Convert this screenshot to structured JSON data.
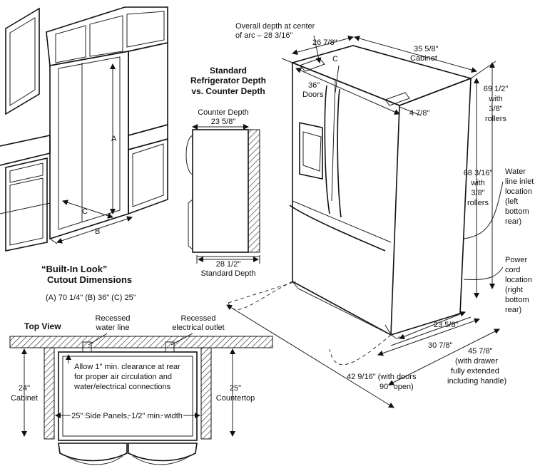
{
  "builtin": {
    "title_line1": "“Built-In Look”",
    "title_line2": "Cutout Dimensions",
    "dims": "(A) 70 1/4\"   (B) 36\"   (C) 25\"",
    "label_a": "A",
    "label_b": "B",
    "label_c": "C"
  },
  "depth_compare": {
    "title_line1": "Standard",
    "title_line2": "Refrigerator Depth",
    "title_line3": "vs. Counter Depth",
    "counter_label": "Counter Depth",
    "counter_value": "23 5/8\"",
    "standard_value": "28 1/2\"",
    "standard_label": "Standard Depth"
  },
  "fridge": {
    "overall_depth_line1": "Overall depth at center",
    "overall_depth_line2": "of arc – 28 3/16\"",
    "depth_top": "26 7/8\"",
    "center_mark": "C",
    "cabinet_width": "35 5/8\"",
    "cabinet_label": "Cabinet",
    "doors_value": "36\"",
    "doors_label": "Doors",
    "four_seven_eighths": "4 7/8\"",
    "h1_value": "69 1/2\"",
    "h1_with": "with",
    "h1_frac": "3/8\"",
    "h1_rollers": "rollers",
    "h2_value": "68 3/16\"",
    "h2_with": "with",
    "h2_frac": "3/8\"",
    "h2_rollers": "rollers",
    "water_line": [
      "Water",
      "line inlet",
      "location",
      "(left",
      "bottom",
      "rear)"
    ],
    "power_cord": [
      "Power",
      "cord",
      "location",
      "(right",
      "bottom",
      "rear)"
    ],
    "depth_23": "23 5/8\"",
    "depth_30": "30 7/8\"",
    "depth_45": [
      "45 7/8\"",
      "(with drawer",
      "fully extended",
      "including handle)"
    ],
    "depth_42": [
      "42 9/16\" (with doors",
      "90° open)"
    ]
  },
  "top_view": {
    "title": "Top View",
    "recessed_water_1": "Recessed",
    "recessed_water_2": "water line",
    "recessed_elec_1": "Recessed",
    "recessed_elec_2": "electrical outlet",
    "note": [
      "Allow 1\" min. clearance at rear",
      "for proper air circulation and",
      "water/electrical connections"
    ],
    "left_value": "24\"",
    "left_label": "Cabinet",
    "right_value": "25\"",
    "right_label": "Countertop",
    "panels": "25\" Side Panels, 1/2\" min. width"
  }
}
